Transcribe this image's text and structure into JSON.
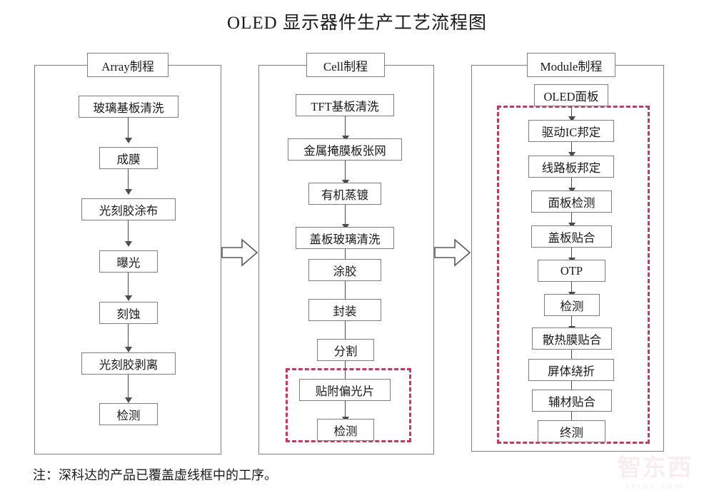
{
  "title": "OLED 显示器件生产工艺流程图",
  "note": "注：深科达的产品已覆盖虚线框中的工序。",
  "watermark": {
    "logo": "智东西",
    "url": "zhidx.com"
  },
  "groups": [
    {
      "id": "array",
      "header": "Array制程",
      "steps": [
        "玻璃基板清洗",
        "成膜",
        "光刻胶涂布",
        "曝光",
        "刻蚀",
        "光刻胶剥离",
        "检测"
      ],
      "dashed_steps": []
    },
    {
      "id": "cell",
      "header": "Cell制程",
      "steps": [
        "TFT基板清洗",
        "金属掩膜板张网",
        "有机蒸镀",
        "盖板玻璃清洗",
        "涂胶",
        "封装",
        "分割",
        "贴附偏光片",
        "检测"
      ],
      "dashed_steps": [
        "贴附偏光片",
        "检测"
      ]
    },
    {
      "id": "module",
      "header": "Module制程",
      "steps": [
        "OLED面板",
        "驱动IC邦定",
        "线路板邦定",
        "面板检测",
        "盖板贴合",
        "OTP",
        "检测",
        "散热膜贴合",
        "屏体绕折",
        "辅材贴合",
        "终测"
      ],
      "dashed_steps": [
        "驱动IC邦定",
        "线路板邦定",
        "面板检测",
        "盖板贴合",
        "OTP",
        "检测",
        "散热膜贴合",
        "屏体绕折",
        "辅材贴合",
        "终测"
      ]
    }
  ],
  "connector_arrows": [
    {
      "from": "array",
      "to": "cell"
    },
    {
      "from": "cell",
      "to": "module"
    }
  ],
  "colors": {
    "dashed_highlight": "#c43a5e",
    "box_border": "#7d7d7d",
    "frame_border": "#808080",
    "arrow": "#4d4d4d",
    "text": "#1a1a1a"
  }
}
